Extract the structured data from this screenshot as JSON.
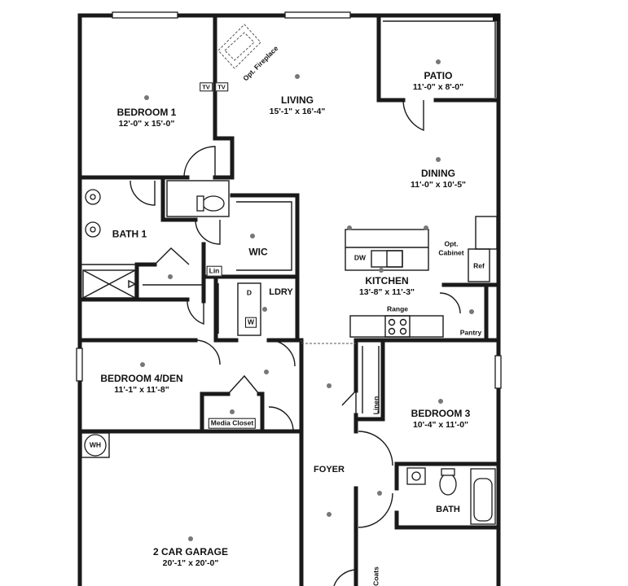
{
  "rooms": {
    "bedroom1": {
      "name": "BEDROOM 1",
      "dims": "12'-0\" x 15'-0\""
    },
    "living": {
      "name": "LIVING",
      "dims": "15'-1\" x 16'-4\""
    },
    "patio": {
      "name": "PATIO",
      "dims": "11'-0\" x 8'-0\""
    },
    "dining": {
      "name": "DINING",
      "dims": "11'-0\" x 10'-5\""
    },
    "bath1": {
      "name": "BATH 1"
    },
    "wic": {
      "name": "WIC"
    },
    "kitchen": {
      "name": "KITCHEN",
      "dims": "13'-8\" x 11'-3\""
    },
    "ldry": {
      "name": "LDRY"
    },
    "bedroom4": {
      "name": "BEDROOM 4/DEN",
      "dims": "11'-1\" x 11'-8\""
    },
    "bedroom3": {
      "name": "BEDROOM 3",
      "dims": "10'-4\" x 11'-0\""
    },
    "foyer": {
      "name": "FOYER"
    },
    "bath": {
      "name": "BATH"
    },
    "garage": {
      "name": "2 CAR GARAGE",
      "dims": "20'-1\" x 20'-0\""
    }
  },
  "fixtures": {
    "opt_fireplace": "Opt. Fireplace",
    "tv_left": "TV",
    "tv_right": "TV",
    "dw": "DW",
    "opt_cabinet": "Opt. Cabinet",
    "ref": "Ref",
    "range": "Range",
    "pantry": "Pantry",
    "lin": "Lin",
    "dryer": "D",
    "washer": "W",
    "linen": "Linen",
    "media_closet": "Media Closet",
    "wh": "WH",
    "coats": "Coats"
  }
}
